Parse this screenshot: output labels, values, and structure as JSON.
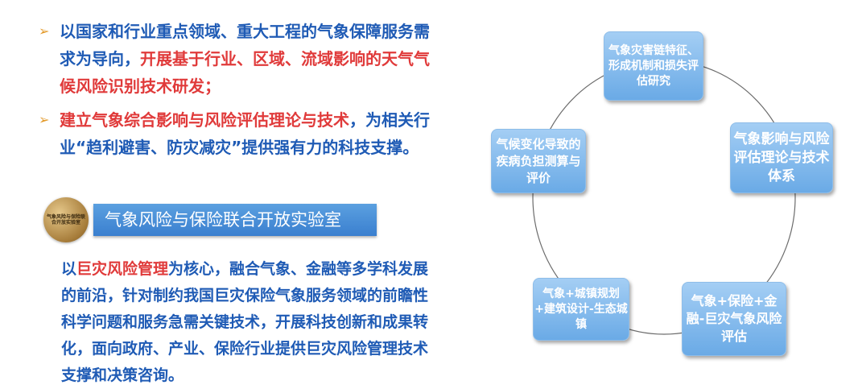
{
  "bullets": [
    {
      "text_a": "以国家和行业重点领域、重大工程的气象保障服务需求为导向，",
      "text_red": "开展基于行业、区域、流域影响的天气气候风险识别技术研发",
      "text_b": "；"
    },
    {
      "text_red": "建立气象综合影响与风险评估理论与技术",
      "text_b": "，为相关行业“趋利避害、防灾减灾”提供强有力的科技支撑。"
    }
  ],
  "bullet_marker": "➢",
  "lab": {
    "seal_text": "气象风险与保险联合开放实验室",
    "banner": "气象风险与保险联合开放实验室"
  },
  "paragraph": {
    "lead": "以",
    "red": "巨灾风险管理",
    "rest": "为核心，融合气象、金融等多学科发展的前沿，针对制约我国巨灾保险气象服务领域的前瞻性科学问题和服务急需关键技术，开展科技创新和成果转化，面向政府、产业、保险行业提供巨灾风险管理技术支撑和决策咨询。"
  },
  "cycle_nodes": [
    {
      "label": "气象灾害链特征、形成机制和损失评估研究"
    },
    {
      "label": "气象影响与风险评估理论与技术体系"
    },
    {
      "label": "气候变化导致的疾病负担测算与评价"
    },
    {
      "label": "气象+城镇规划+建筑设计-生态城镇"
    },
    {
      "label": "气象+保险+金融-巨灾气象风险评估"
    }
  ]
}
